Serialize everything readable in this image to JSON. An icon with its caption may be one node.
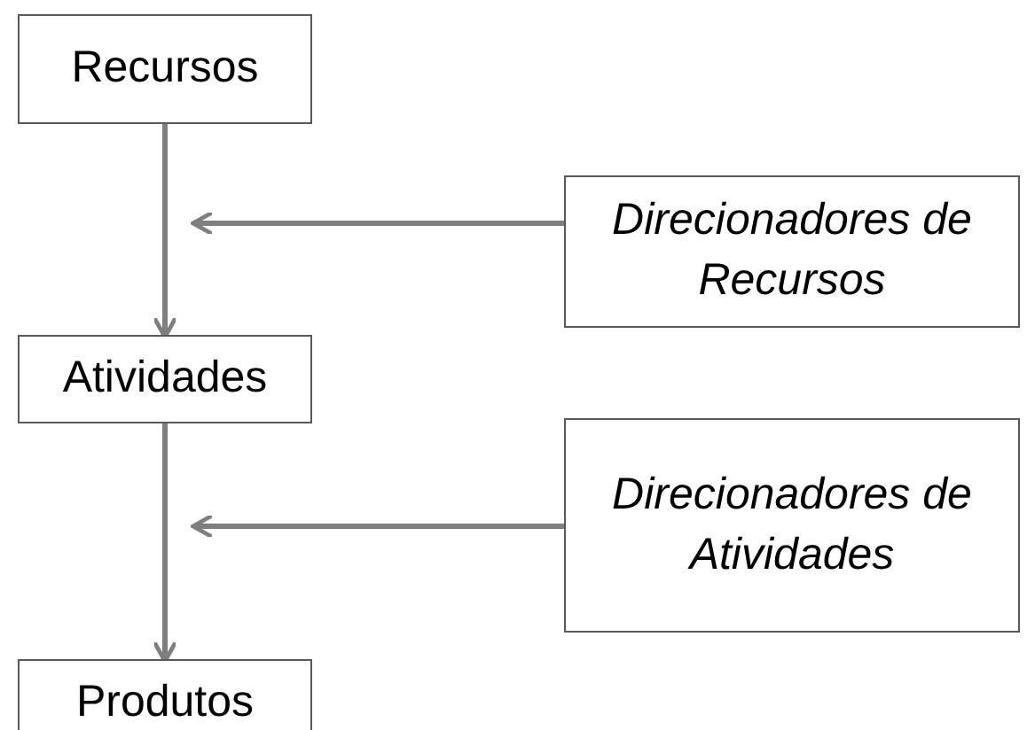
{
  "diagram": {
    "nodes": [
      {
        "text": [
          "Recursos"
        ]
      },
      {
        "text": [
          "Direcionadores de Recursos"
        ]
      },
      {
        "text": [
          "Atividades"
        ]
      },
      {
        "text": [
          "Direcionadores de Atividades"
        ]
      },
      {
        "text": [
          "Produtos"
        ]
      }
    ],
    "edges": [
      {
        "from": 0,
        "to": 2,
        "arrow": "to"
      },
      {
        "from": 1,
        "to": null,
        "arrow": "to"
      },
      {
        "from": 2,
        "to": 4,
        "arrow": "to"
      },
      {
        "from": 3,
        "to": null,
        "arrow": "to"
      }
    ]
  }
}
